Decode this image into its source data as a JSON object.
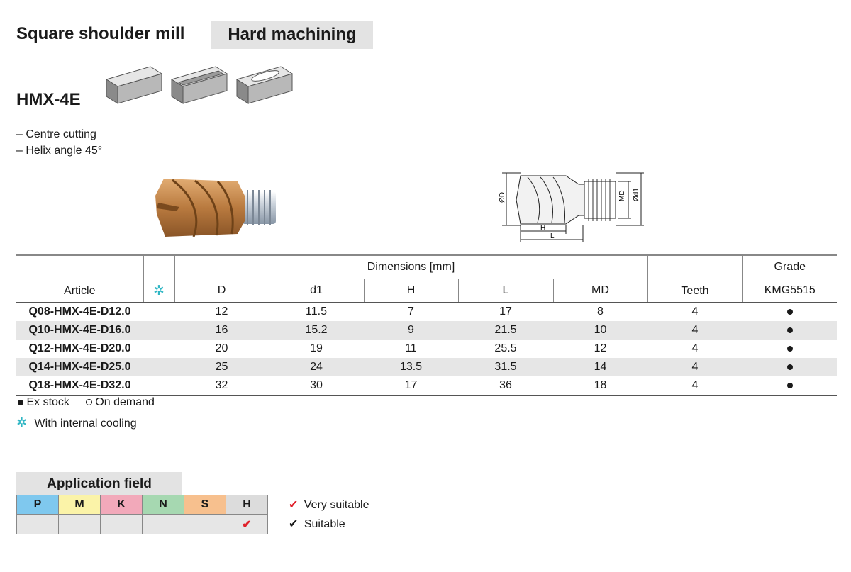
{
  "header": {
    "title": "Square shoulder mill",
    "tag": "Hard machining",
    "model": "HMX-4E",
    "features": [
      "– Centre cutting",
      "– Helix angle 45°"
    ]
  },
  "drawing_labels": {
    "D": "ØD",
    "H": "H",
    "L": "L",
    "MD": "MD",
    "d1": "Ød1"
  },
  "table": {
    "col_article": "Article",
    "group_dimensions": "Dimensions [mm]",
    "dims": [
      "D",
      "d1",
      "H",
      "L",
      "MD"
    ],
    "col_teeth": "Teeth",
    "group_grade": "Grade",
    "grade": "KMG5515",
    "rows": [
      {
        "article": "Q08-HMX-4E-D12.0",
        "D": "12",
        "d1": "11.5",
        "H": "7",
        "L": "17",
        "MD": "8",
        "teeth": "4",
        "stock": "ex"
      },
      {
        "article": "Q10-HMX-4E-D16.0",
        "D": "16",
        "d1": "15.2",
        "H": "9",
        "L": "21.5",
        "MD": "10",
        "teeth": "4",
        "stock": "ex"
      },
      {
        "article": "Q12-HMX-4E-D20.0",
        "D": "20",
        "d1": "19",
        "H": "11",
        "L": "25.5",
        "MD": "12",
        "teeth": "4",
        "stock": "ex"
      },
      {
        "article": "Q14-HMX-4E-D25.0",
        "D": "25",
        "d1": "24",
        "H": "13.5",
        "L": "31.5",
        "MD": "14",
        "teeth": "4",
        "stock": "ex"
      },
      {
        "article": "Q18-HMX-4E-D32.0",
        "D": "32",
        "d1": "30",
        "H": "17",
        "L": "36",
        "MD": "18",
        "teeth": "4",
        "stock": "ex"
      }
    ]
  },
  "legend": {
    "ex_stock": "Ex stock",
    "on_demand": "On demand",
    "cooling": "With internal cooling"
  },
  "application": {
    "title": "Application field",
    "groups": [
      {
        "label": "P",
        "color": "#7fc8ee",
        "mark": ""
      },
      {
        "label": "M",
        "color": "#fbf3a8",
        "mark": ""
      },
      {
        "label": "K",
        "color": "#f2a9ba",
        "mark": ""
      },
      {
        "label": "N",
        "color": "#a6d8b1",
        "mark": ""
      },
      {
        "label": "S",
        "color": "#f7c08e",
        "mark": ""
      },
      {
        "label": "H",
        "color": "#dcdcdc",
        "mark": "very"
      }
    ],
    "very_suitable": "Very suitable",
    "suitable": "Suitable"
  },
  "colors": {
    "accent_teal": "#2fb6c4",
    "check_red": "#e0202a",
    "coating": "#c98a4b"
  }
}
